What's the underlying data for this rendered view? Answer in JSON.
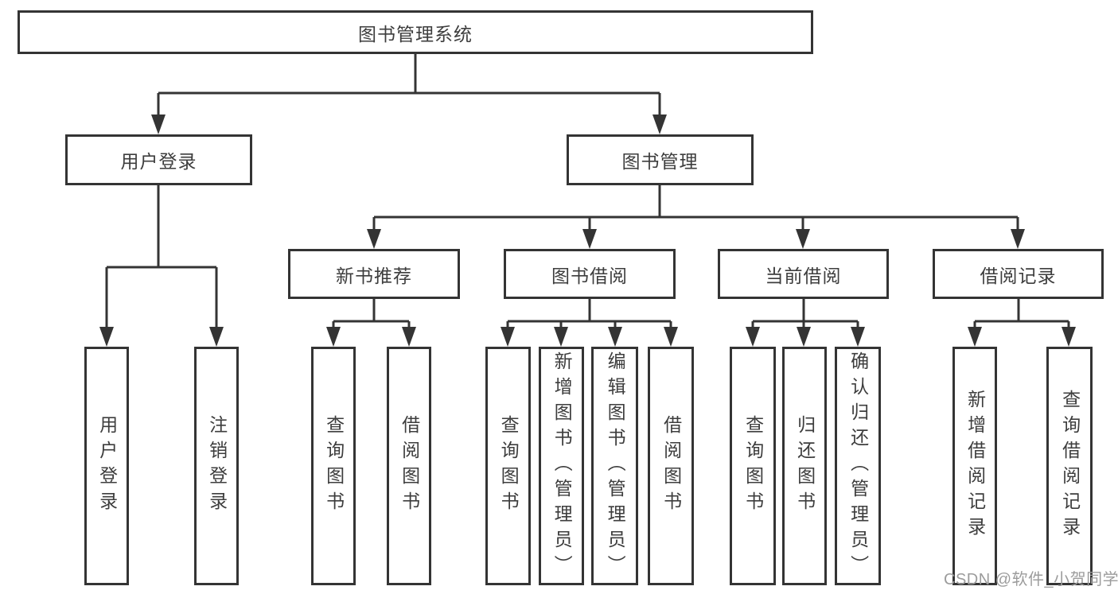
{
  "diagram": {
    "title": "图书管理系统",
    "level2": [
      {
        "label": "用户登录"
      },
      {
        "label": "图书管理"
      }
    ],
    "level3": [
      {
        "label": "新书推荐",
        "parent": "图书管理"
      },
      {
        "label": "图书借阅",
        "parent": "图书管理"
      },
      {
        "label": "当前借阅",
        "parent": "图书管理"
      },
      {
        "label": "借阅记录",
        "parent": "图书管理"
      }
    ],
    "leaves": [
      {
        "label": "用户登录",
        "parent": "用户登录"
      },
      {
        "label": "注销登录",
        "parent": "用户登录"
      },
      {
        "label": "查询图书",
        "parent": "新书推荐"
      },
      {
        "label": "借阅图书",
        "parent": "新书推荐"
      },
      {
        "label": "查询图书",
        "parent": "图书借阅"
      },
      {
        "label": "新增图书（管理员）",
        "parent": "图书借阅"
      },
      {
        "label": "编辑图书（管理员）",
        "parent": "图书借阅"
      },
      {
        "label": "借阅图书",
        "parent": "图书借阅"
      },
      {
        "label": "查询图书",
        "parent": "当前借阅"
      },
      {
        "label": "归还图书",
        "parent": "当前借阅"
      },
      {
        "label": "确认归还（管理员）",
        "parent": "当前借阅"
      },
      {
        "label": "新增借阅记录",
        "parent": "借阅记录"
      },
      {
        "label": "查询借阅记录",
        "parent": "借阅记录"
      }
    ]
  },
  "watermark": "CSDN @软件_小贺同学",
  "colors": {
    "line": "#343434",
    "box_border": "#343434",
    "text": "#3d3d3d",
    "watermark": "#9c9c9c",
    "background": "#ffffff"
  }
}
